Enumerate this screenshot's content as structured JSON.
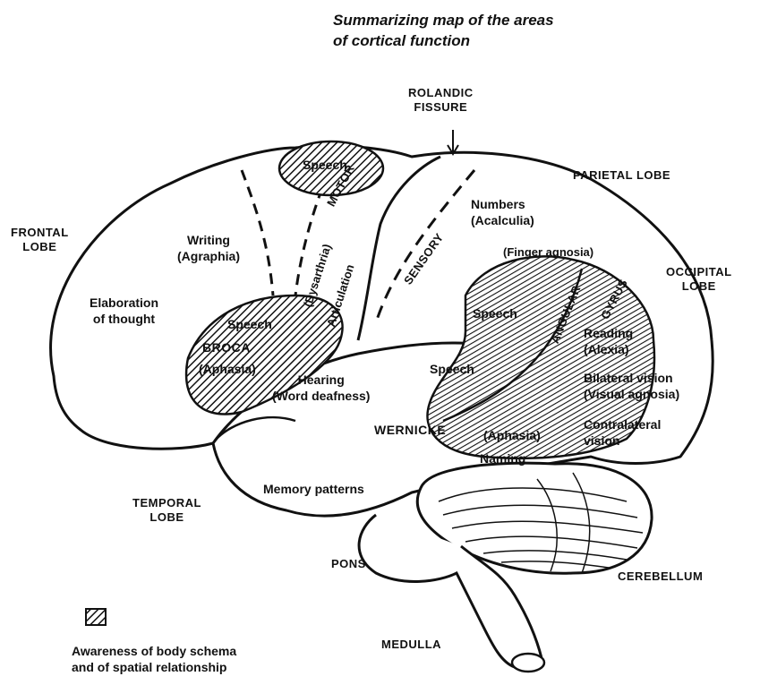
{
  "title": [
    "Summarizing map of the areas",
    "of cortical function"
  ],
  "labels": {
    "rolandic_fissure": [
      "ROLANDIC",
      "FISSURE"
    ],
    "parietal_lobe": "PARIETAL LOBE",
    "frontal_lobe": [
      "FRONTAL",
      "LOBE"
    ],
    "occipital_lobe": [
      "OCCIPITAL",
      "LOBE"
    ],
    "temporal_lobe": [
      "TEMPORAL",
      "LOBE"
    ],
    "pons": "PONS",
    "cerebellum": "CEREBELLUM",
    "medulla": "MEDULLA",
    "motor": "MOTOR",
    "sensory": "SENSORY",
    "angular": "ANGULAR",
    "gyrus": "GYRUS",
    "broca": "BROCA",
    "wernicke": "WERNICKE"
  },
  "areas": {
    "speech_top": "Speech",
    "writing": [
      "Writing",
      "(Agraphia)"
    ],
    "elaboration": [
      "Elaboration",
      "of thought"
    ],
    "dysarthria": "(Dysarthria)",
    "articulation": "Articulation",
    "speech_broca": "Speech",
    "broca_aphasia": "(Aphasia)",
    "numbers": [
      "Numbers",
      "(Acalculia)"
    ],
    "finger_agnosia": "(Finger agnosia)",
    "speech_angular": "Speech",
    "reading": [
      "Reading",
      "(Alexia)"
    ],
    "bilateral_vision": [
      "Bilateral vision",
      "(Visual agnosia)"
    ],
    "contralateral_vision": [
      "Contralateral",
      "vision"
    ],
    "hearing": [
      "Hearing",
      "(Word deafness)"
    ],
    "speech_wernicke": "Speech",
    "wernicke_aphasia": "(Aphasia)",
    "naming": "Naming",
    "memory": "Memory patterns"
  },
  "legend": {
    "text": [
      "Awareness of body schema",
      "and of spatial relationship"
    ]
  }
}
